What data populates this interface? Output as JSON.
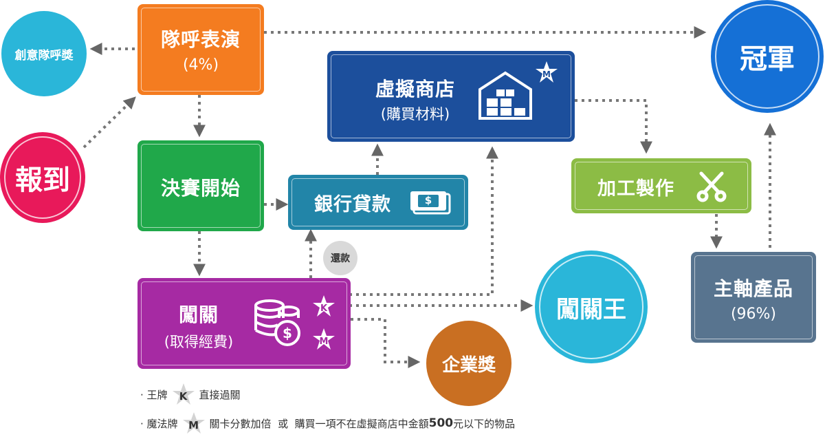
{
  "nodes": {
    "cheer": {
      "title": "隊呼表演",
      "sub": "(4%)"
    },
    "cheer_award": {
      "title": "創意隊呼獎"
    },
    "checkin": {
      "title": "報到"
    },
    "start": {
      "title": "決賽開始"
    },
    "bank": {
      "title": "銀行貸款",
      "icon_text": "$"
    },
    "store": {
      "title": "虛擬商店",
      "sub": "(購買材料)"
    },
    "champion": {
      "title": "冠軍"
    },
    "process": {
      "title": "加工製作"
    },
    "product": {
      "title": "主軸產品",
      "sub": "(96%)"
    },
    "stage": {
      "title": "闖關",
      "sub": "(取得經費)"
    },
    "stage_king": {
      "title": "闖關王"
    },
    "enterprise": {
      "title": "企業獎"
    },
    "repay": {
      "title": "還款"
    }
  },
  "badges": {
    "king": "K",
    "magic": "M"
  },
  "legend": {
    "row1": {
      "prefix": "· 王牌",
      "badge": "K",
      "text": "直接過關"
    },
    "row2": {
      "prefix": "· 魔法牌",
      "badge": "M",
      "text": "關卡分數加倍  或  購買一項不在虛擬商店中金額",
      "amount": "500",
      "suffix": "元以下的物品"
    }
  },
  "colors": {
    "orange": "#f47c20",
    "cyan": "#2ab6d9",
    "pink": "#e8195a",
    "green": "#20a84a",
    "teal": "#2285a8",
    "navy": "#1c4f9c",
    "blue": "#1570d6",
    "lime": "#8cbc45",
    "slate": "#58748f",
    "purple": "#a62aa3",
    "copper": "#c96f22"
  },
  "icons": [
    "warehouse-icon",
    "cash-icon",
    "scissors-icon",
    "coins-icon",
    "king-star-icon",
    "magic-star-icon"
  ]
}
